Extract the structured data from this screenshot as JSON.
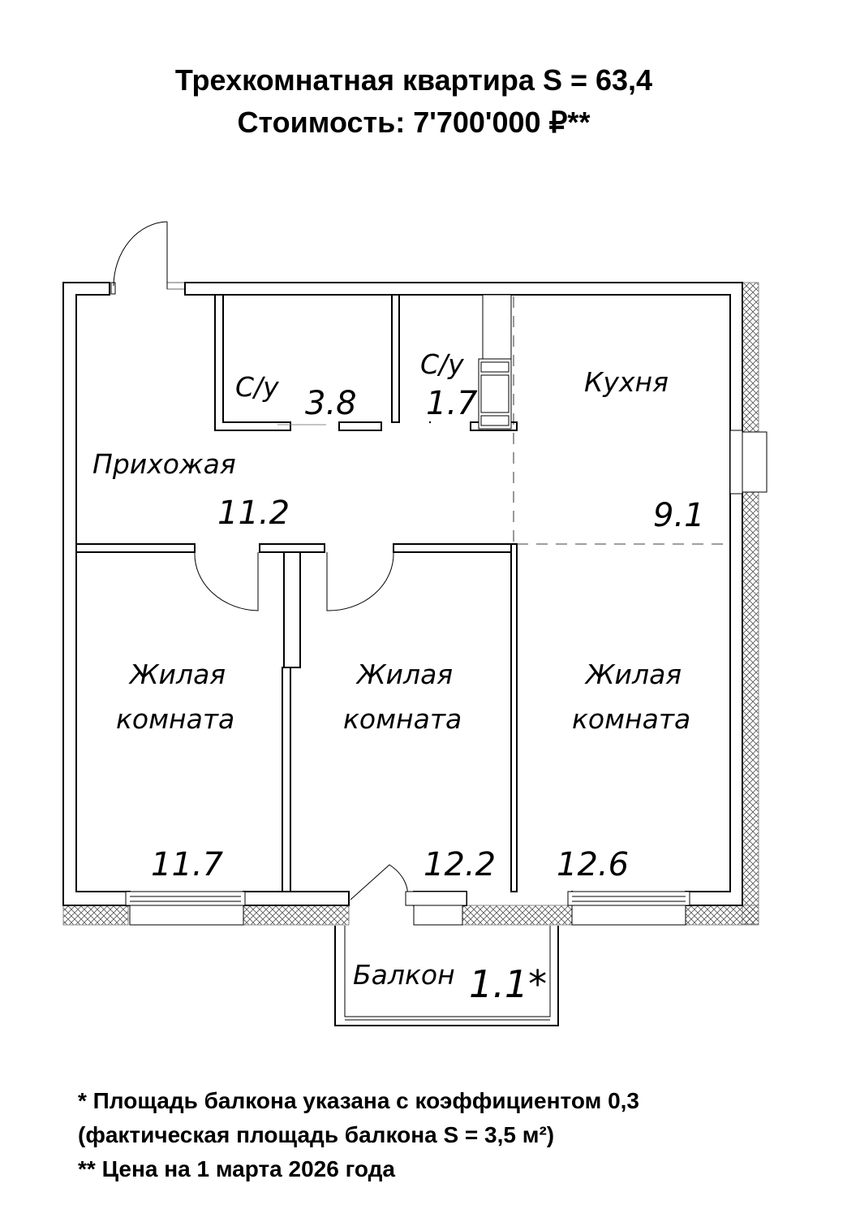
{
  "header": {
    "title": "Трехкомнатная квартира S = 63,4",
    "price": "Стоимость: 7'700'000 ₽**"
  },
  "rooms": {
    "bath1": {
      "name": "С/у",
      "area": "3.8"
    },
    "bath2": {
      "name": "С/у",
      "area": "1.7"
    },
    "kitchen": {
      "name": "Кухня",
      "area": "9.1"
    },
    "hall": {
      "name": "Прихожая",
      "area": "11.2"
    },
    "room1": {
      "name1": "Жилая",
      "name2": "комната",
      "area": "11.7"
    },
    "room2": {
      "name1": "Жилая",
      "name2": "комната",
      "area": "12.2"
    },
    "room3": {
      "name1": "Жилая",
      "name2": "комната",
      "area": "12.6"
    },
    "balcony": {
      "name": "Балкон",
      "area": "1.1*"
    }
  },
  "notes": [
    "* Площадь балкона указана с коэффициентом 0,3",
    "(фактическая площадь  балкона S = 3,5 м²)",
    "** Цена на 1 марта 2026 года"
  ]
}
